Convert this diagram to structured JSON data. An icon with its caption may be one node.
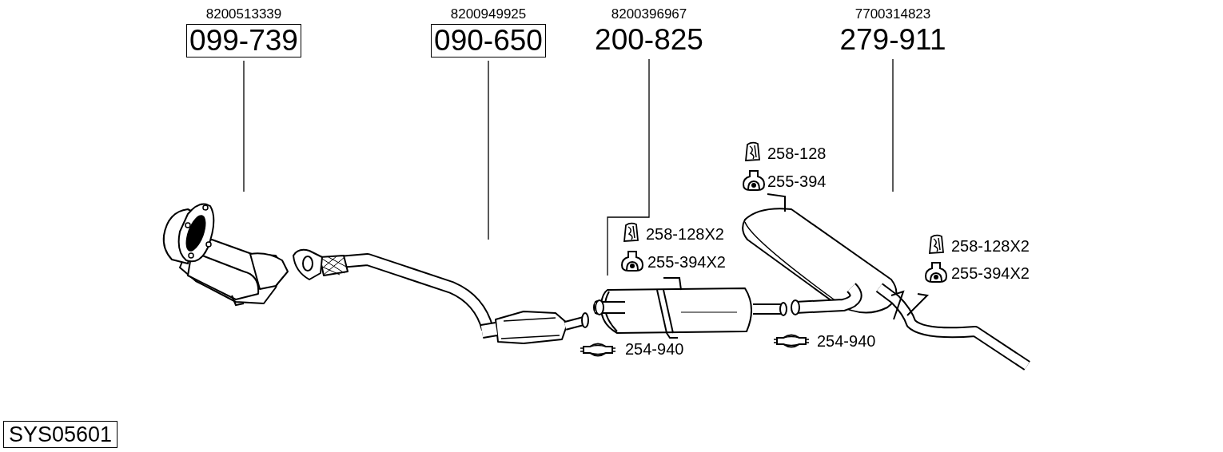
{
  "diagram": {
    "nodes": [
      {
        "text": [
          "8200513339",
          "099-739"
        ]
      },
      {
        "text": [
          "8200949925",
          "090-650"
        ]
      },
      {
        "text": [
          "8200396967",
          "200-825"
        ]
      },
      {
        "text": [
          "7700314823",
          "279-911"
        ]
      },
      {
        "text": [],
        "shape": "picture"
      },
      {
        "text": [],
        "shape": "picture"
      },
      {
        "text": [],
        "shape": "picture"
      },
      {
        "text": [],
        "shape": "picture"
      }
    ],
    "edges": [
      {
        "from": 0,
        "to": 4,
        "arrow": "none"
      },
      {
        "from": 1,
        "to": 5,
        "arrow": "none"
      },
      {
        "from": 2,
        "to": 6,
        "arrow": "none"
      },
      {
        "from": 3,
        "to": 7,
        "arrow": "none"
      }
    ],
    "labels": [
      "258-128",
      "255-394",
      "258-128X2",
      "255-394X2",
      "258-128X2",
      "255-394X2",
      "254-940",
      "254-940",
      "SYS05601"
    ]
  }
}
